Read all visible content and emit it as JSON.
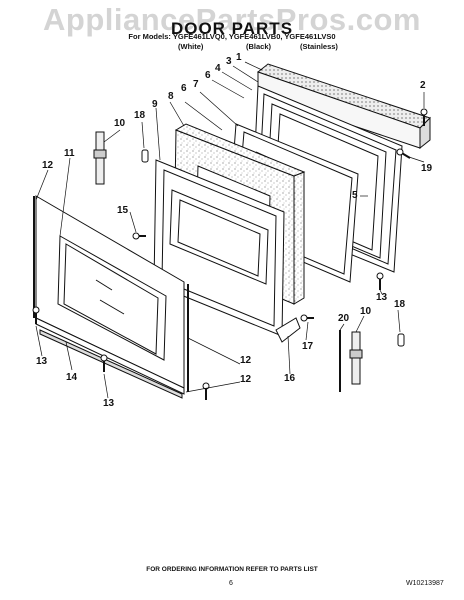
{
  "watermark": "AppliancePartsPros.com",
  "title": "DOOR PARTS",
  "models_line": "For Models: YGFE461LVQ0, YGFE461LVB0, YGFE461LVS0",
  "variants": [
    "(White)",
    "(Black)",
    "(Stainless)"
  ],
  "callouts": [
    "1",
    "2",
    "3",
    "4",
    "6",
    "5",
    "19",
    "6",
    "7",
    "8",
    "9",
    "18",
    "10",
    "11",
    "12",
    "15",
    "13",
    "18",
    "20",
    "10",
    "17",
    "16",
    "12",
    "12",
    "13",
    "14",
    "13"
  ],
  "footer": "FOR ORDERING INFORMATION REFER TO PARTS LIST",
  "page_number": "6",
  "doc_number": "W10213987"
}
